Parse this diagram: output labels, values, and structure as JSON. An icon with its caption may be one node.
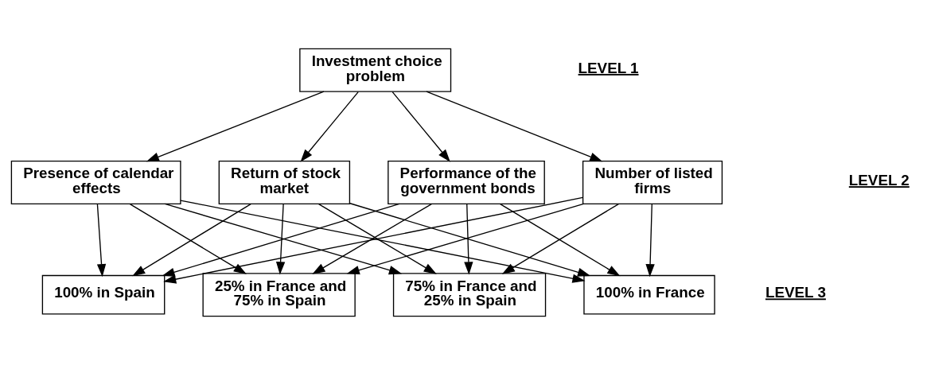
{
  "diagram": {
    "nodes": [
      {
        "text": [
          "Investment choice problem"
        ]
      },
      {
        "text": [
          "Presence of calendar effects"
        ]
      },
      {
        "text": [
          "Return of stock market"
        ]
      },
      {
        "text": [
          "Performance of the government bonds"
        ]
      },
      {
        "text": [
          "Number of listed firms"
        ]
      },
      {
        "text": [
          "100% in France"
        ]
      },
      {
        "text": [
          "100% in Spain"
        ]
      },
      {
        "text": [
          "25% in France and 75% in Spain"
        ]
      },
      {
        "text": [
          "75% in France and 25% in Spain"
        ]
      }
    ],
    "edges": [
      {
        "from": 0,
        "to": 1,
        "arrow": "to"
      },
      {
        "from": 0,
        "to": 2,
        "arrow": "to"
      },
      {
        "from": 0,
        "to": 3,
        "arrow": "to"
      },
      {
        "from": 0,
        "to": 4,
        "arrow": "to"
      },
      {
        "from": 1,
        "to": 5,
        "arrow": "to"
      },
      {
        "from": 1,
        "to": 6,
        "arrow": "to"
      },
      {
        "from": 1,
        "to": 7,
        "arrow": "to"
      },
      {
        "from": 1,
        "to": 8,
        "arrow": "to"
      },
      {
        "from": 2,
        "to": 5,
        "arrow": "to"
      },
      {
        "from": 2,
        "to": 6,
        "arrow": "to"
      },
      {
        "from": 2,
        "to": 7,
        "arrow": "to"
      },
      {
        "from": 2,
        "to": 8,
        "arrow": "to"
      },
      {
        "from": 3,
        "to": 5,
        "arrow": "to"
      },
      {
        "from": 3,
        "to": 6,
        "arrow": "to"
      },
      {
        "from": 3,
        "to": 7,
        "arrow": "to"
      },
      {
        "from": 3,
        "to": 8,
        "arrow": "to"
      },
      {
        "from": 4,
        "to": 5,
        "arrow": "to"
      },
      {
        "from": 4,
        "to": 6,
        "arrow": "to"
      },
      {
        "from": 4,
        "to": 7,
        "arrow": "to"
      },
      {
        "from": 4,
        "to": 8,
        "arrow": "to"
      }
    ],
    "labels": [
      "LEVEL 1",
      "LEVEL 2",
      "LEVEL 3"
    ]
  }
}
